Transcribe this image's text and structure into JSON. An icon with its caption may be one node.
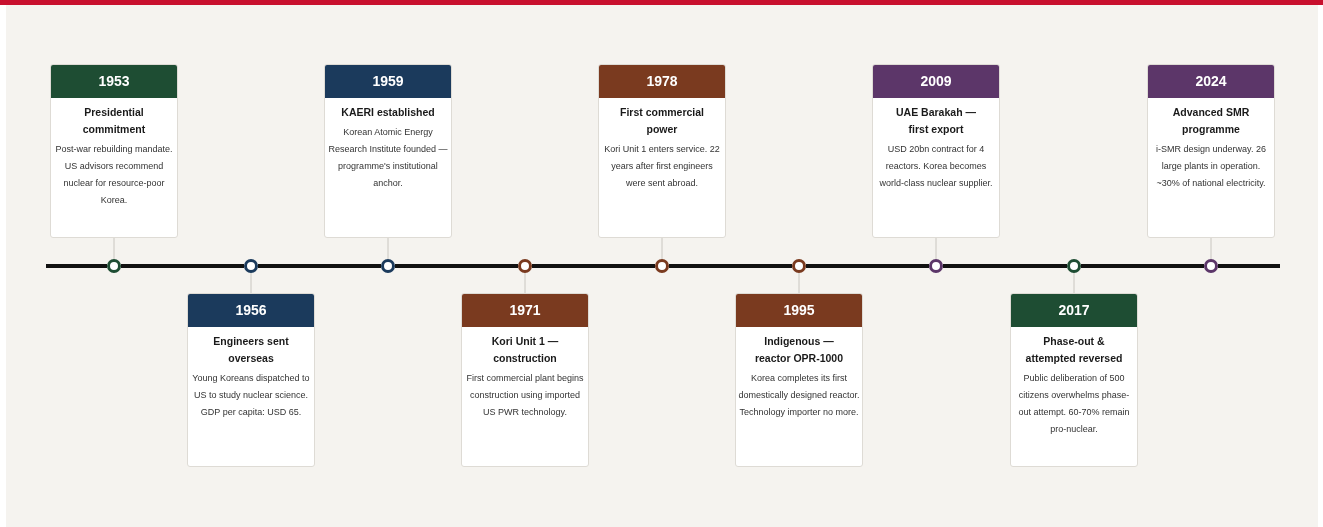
{
  "diagram": {
    "nodes": [
      {
        "text": [
          "1953",
          "Presidential commitment",
          "Post-war rebuilding mandate. US advisors recommend nuclear for resource-poor Korea."
        ]
      },
      {
        "text": [
          "1956",
          "Engineers sent overseas",
          "Young Koreans dispatched to US to study nuclear science. GDP per capita: USD 65."
        ]
      },
      {
        "text": [
          "1959",
          "KAERI established",
          "Korean Atomic Energy Research Institute founded — programme's institutional anchor."
        ]
      },
      {
        "text": [
          "1971",
          "Kori Unit 1 — construction",
          "First commercial plant begins construction using imported US PWR technology."
        ]
      },
      {
        "text": [
          "1978",
          "First commercial power",
          "Kori Unit 1 enters service. 22 years after first engineers were sent abroad."
        ]
      },
      {
        "text": [
          "1995",
          "Indigenous — reactor OPR-1000",
          "Korea completes its first domestically designed reactor. Technology importer no more."
        ]
      },
      {
        "text": [
          "2009",
          "UAE Barakah — first export",
          "USD 20bn contract for 4 reactors. Korea becomes world-class nuclear supplier."
        ]
      },
      {
        "text": [
          "2017",
          "Phase-out & attempted reversed",
          "Public deliberation of 500 citizens overwhelms phase-out attempt. 60-70% remain pro-nuclear."
        ]
      },
      {
        "text": [
          "2024",
          "Advanced SMR programme",
          "i-SMR design underway. 26 large plants in operation. ~30% of national electricity."
        ]
      },
      {
        "text": [],
        "shape": "circle"
      },
      {
        "text": [],
        "shape": "circle"
      },
      {
        "text": [],
        "shape": "circle"
      },
      {
        "text": [],
        "shape": "circle"
      },
      {
        "text": [],
        "shape": "circle"
      },
      {
        "text": [],
        "shape": "circle"
      },
      {
        "text": [],
        "shape": "circle"
      },
      {
        "text": [],
        "shape": "circle"
      },
      {
        "text": [],
        "shape": "circle"
      }
    ],
    "edges": [
      {
        "from": 0,
        "to": 9,
        "arrow": "none"
      },
      {
        "from": 1,
        "to": 10,
        "arrow": "none"
      },
      {
        "from": 2,
        "to": 11,
        "arrow": "none"
      },
      {
        "from": 3,
        "to": 12,
        "arrow": "none"
      },
      {
        "from": 4,
        "to": 13,
        "arrow": "none"
      },
      {
        "from": 5,
        "to": 14,
        "arrow": "none"
      },
      {
        "from": 6,
        "to": 15,
        "arrow": "none"
      },
      {
        "from": 7,
        "to": 16,
        "arrow": "none"
      },
      {
        "from": 8,
        "to": 17,
        "arrow": "none"
      },
      {
        "from": 9,
        "to": 10,
        "arrow": "none",
        "style": "thick",
        "color": "#111111"
      },
      {
        "from": 10,
        "to": 11,
        "arrow": "none",
        "style": "thick",
        "color": "#111111"
      },
      {
        "from": 11,
        "to": 12,
        "arrow": "none",
        "style": "thick",
        "color": "#111111"
      },
      {
        "from": 12,
        "to": 13,
        "arrow": "none",
        "style": "thick",
        "color": "#111111"
      },
      {
        "from": 13,
        "to": 14,
        "arrow": "none",
        "style": "thick",
        "color": "#111111"
      },
      {
        "from": 14,
        "to": 15,
        "arrow": "none",
        "style": "thick",
        "color": "#111111"
      },
      {
        "from": 15,
        "to": 16,
        "arrow": "none",
        "style": "thick",
        "color": "#111111"
      },
      {
        "from": 16,
        "to": 17,
        "arrow": "none",
        "style": "thick",
        "color": "#111111"
      }
    ]
  }
}
